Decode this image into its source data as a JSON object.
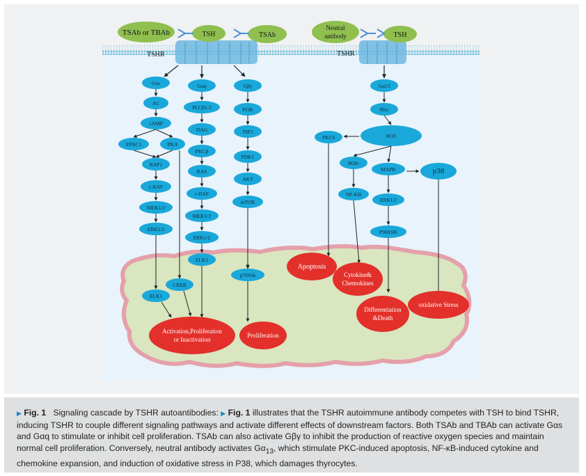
{
  "diagram": {
    "top_left_labels": {
      "tsab_tbab": "TSAb or TBAb",
      "tsh_left": "TSH",
      "tsab": "TSAb"
    },
    "top_right_labels": {
      "neutral_antibody_line1": "Neutral",
      "neutral_antibody_line2": "antibody",
      "tsh_right": "TSH"
    },
    "receptor_labels": {
      "tshr_left": "TSHR",
      "tshr_right": "TSHR"
    },
    "pathway1": [
      "Gαs",
      "AC",
      "cAMP",
      "EPAC1",
      "PKA",
      "RAP1",
      "c-RAF",
      "MEK1/2",
      "ERK1/2",
      "ELK1",
      "CREB"
    ],
    "pathway2": [
      "Gαq",
      "PLCβ1-3",
      "DAG",
      "PKCβ",
      "RAS",
      "c-RAF",
      "MEK1/2",
      "ERK1/2",
      "ELK1"
    ],
    "pathway3": [
      "Gβγ",
      "PI3K",
      "PIP3",
      "PDK1",
      "AKT",
      "mTOR",
      "p70S6k"
    ],
    "pathway4": [
      "Gα13",
      "Rho",
      "ROS",
      "PKCδ",
      "IKBε",
      "NF-KB",
      "MAPK",
      "p38",
      "ERK1/2",
      "P90RSK"
    ],
    "outcomes": {
      "activation_line1": "Activation,Proliferation",
      "activation_line2": "or Inactivation",
      "proliferation": "Proliferation",
      "apoptosis": "Apoptosis",
      "cytokine_line1": "Cytokine&",
      "cytokine_line2": "Chemokines",
      "differentiation_line1": "Differentiation",
      "differentiation_line2": "&Death",
      "oxidative": "oxidative Stress"
    },
    "colors": {
      "node": "#1aa8da",
      "outcome": "#e3302a",
      "antibody": "#8fbf4f",
      "cell_fill": "#d9e6c0",
      "cell_border": "#e5a0aa",
      "membrane": "#7cc3e3"
    }
  },
  "caption": {
    "fig_ref": "Fig. 1",
    "title": "Signaling cascade by TSHR autoantibodies:",
    "fig_ref2": "Fig. 1",
    "text_1": " illustrates that the TSHR autoimmune antibody competes with TSH to bind TSHR, inducing TSHR to couple different signaling pathways and activate different effects of downstream factors. Both TSAb and TBAb can activate Gαs and Gαq to stimulate or inhibit cell proliferation. TSAb can also activate Gβγ to inhibit the production of reactive oxygen species and maintain normal cell proliferation. Conversely, neutral antibody activates Gα",
    "subscript": "13",
    "text_2": ", which stimulate PKC-induced apoptosis, NF-κB-induced cytokine and chemokine expansion, and induction of oxidative stress in P38, which damages thyrocytes."
  }
}
